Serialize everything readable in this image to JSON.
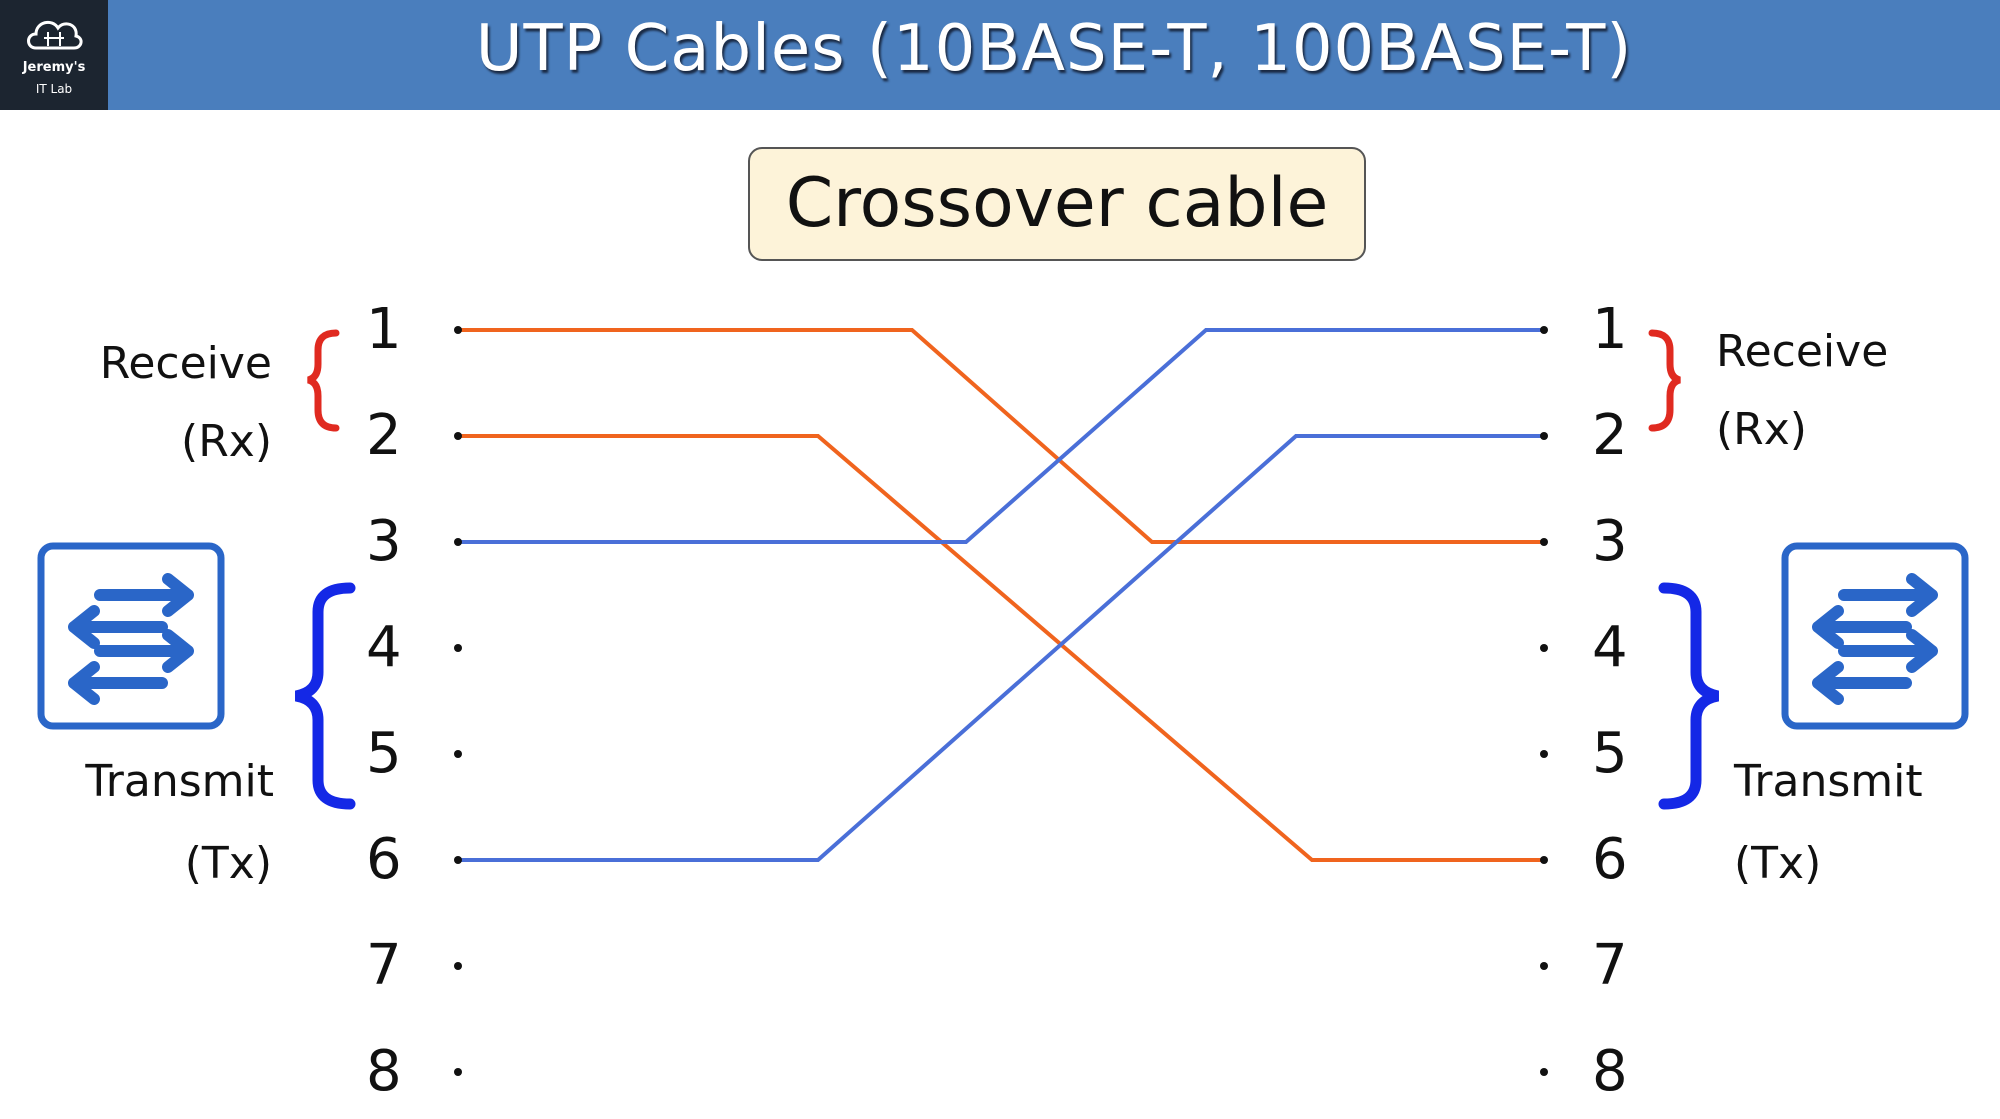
{
  "header": {
    "title": "UTP Cables (10BASE-T, 100BASE-T)",
    "logo_line1": "Jeremy's",
    "logo_line2": "IT Lab",
    "logo_icon": "cloud-network-icon"
  },
  "subtitle": "Crossover cable",
  "left": {
    "receive_label": "Receive",
    "receive_abbr": "(Rx)",
    "transmit_label": "Transmit",
    "transmit_abbr": "(Tx)",
    "device_icon": "switch-icon"
  },
  "right": {
    "receive_label": "Receive",
    "receive_abbr": "(Rx)",
    "transmit_label": "Transmit",
    "transmit_abbr": "(Tx)",
    "device_icon": "switch-icon"
  },
  "pins": [
    "1",
    "2",
    "3",
    "4",
    "5",
    "6",
    "7",
    "8"
  ],
  "wires": [
    {
      "from": 1,
      "to": 3,
      "color": "#f0641e"
    },
    {
      "from": 2,
      "to": 6,
      "color": "#f0641e"
    },
    {
      "from": 3,
      "to": 1,
      "color": "#4a6fd8"
    },
    {
      "from": 6,
      "to": 2,
      "color": "#4a6fd8"
    }
  ],
  "colors": {
    "header": "#4a7ebd",
    "rx_bracket": "#e02a20",
    "tx_bracket": "#1428e6",
    "switch": "#2a66c8",
    "subtitle_bg": "#fdf3d9"
  }
}
